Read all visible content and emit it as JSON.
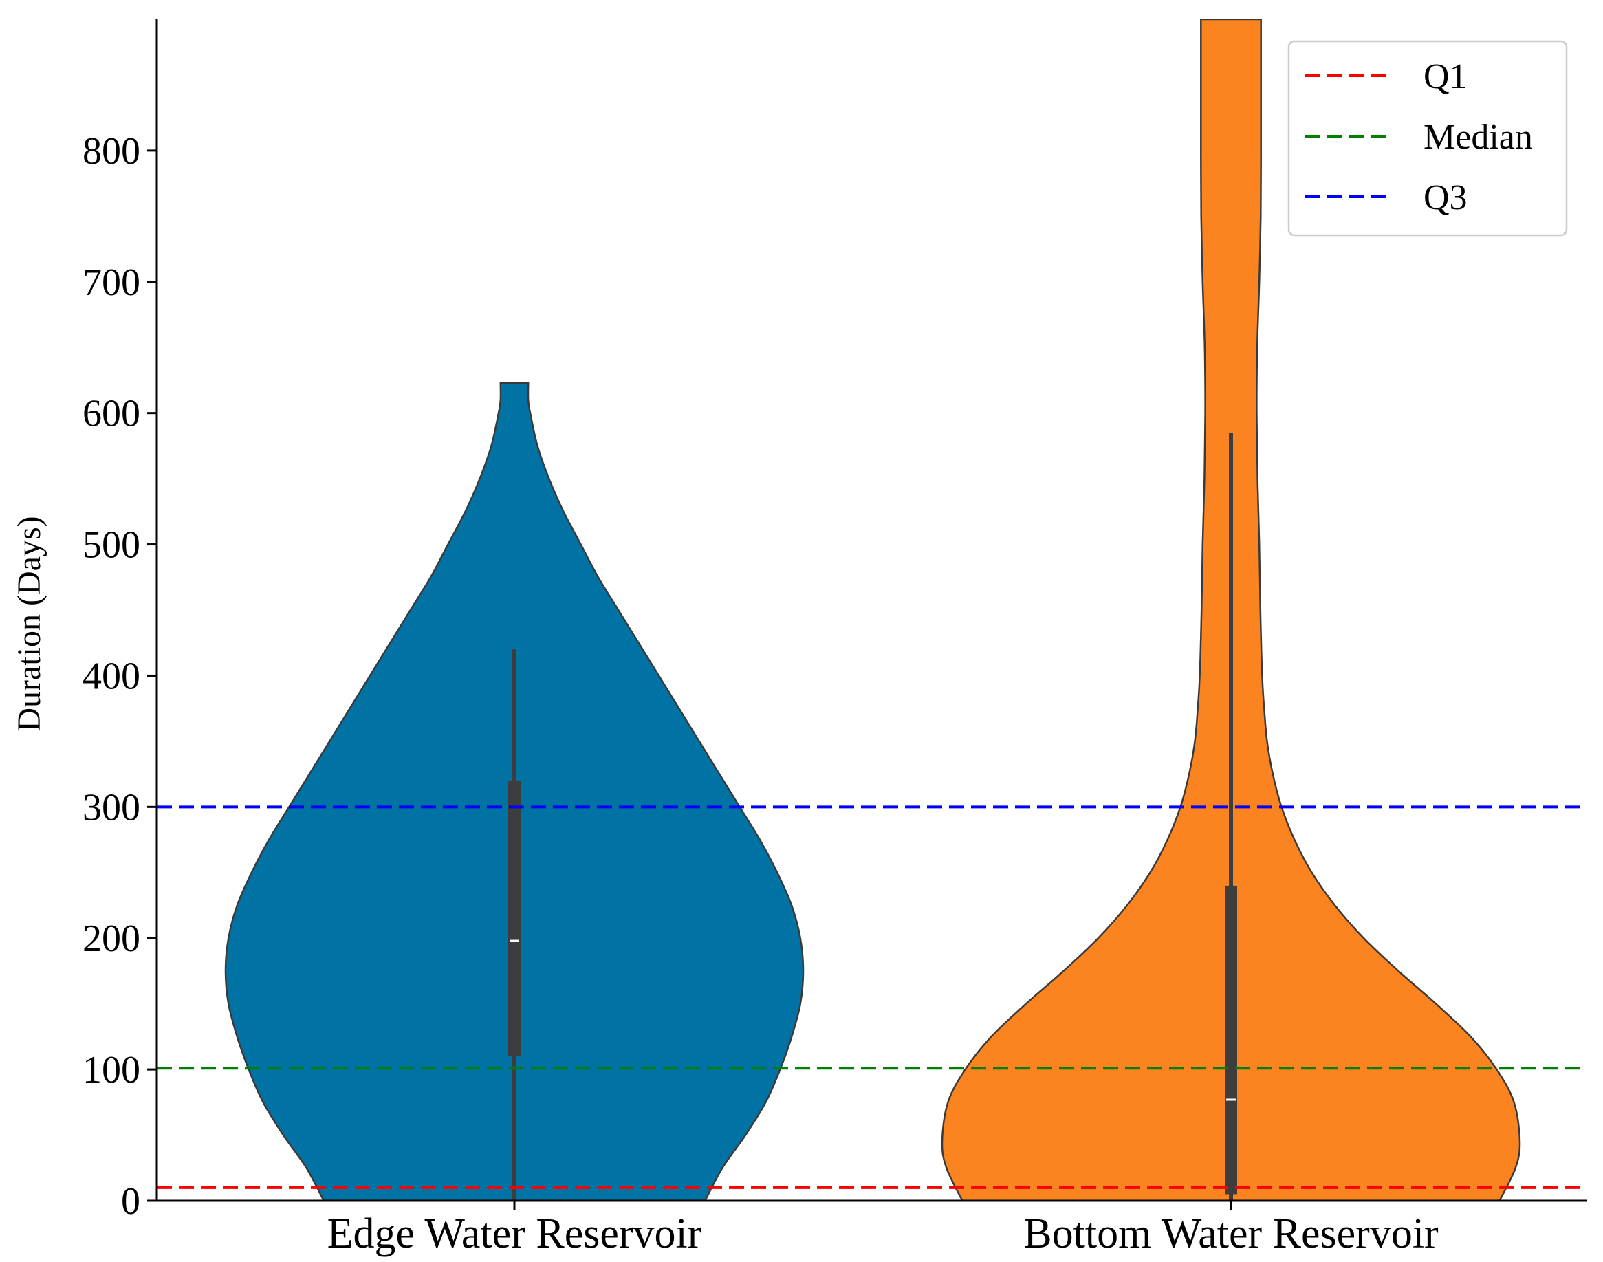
{
  "chart_data": {
    "type": "violin",
    "title": "",
    "xlabel": "",
    "ylabel": "Duration (Days)",
    "ylim": [
      0,
      900
    ],
    "yticks": [
      0,
      100,
      200,
      300,
      400,
      500,
      600,
      700,
      800
    ],
    "grid": false,
    "legend_placement": "top-right",
    "categories": [
      "Edge Water Reservoir",
      "Bottom Water Reservoir"
    ],
    "series": [
      {
        "category": "Edge Water Reservoir",
        "color": "#0072a3",
        "min": 0,
        "max": 623,
        "whisker_low": 0,
        "whisker_high": 420,
        "q1": 110,
        "median": 198,
        "q3": 320,
        "density_profile": [
          [
            0,
            0.66
          ],
          [
            25,
            0.72
          ],
          [
            50,
            0.8
          ],
          [
            75,
            0.87
          ],
          [
            100,
            0.92
          ],
          [
            125,
            0.96
          ],
          [
            150,
            0.99
          ],
          [
            175,
            1.0
          ],
          [
            200,
            0.99
          ],
          [
            225,
            0.96
          ],
          [
            250,
            0.91
          ],
          [
            275,
            0.85
          ],
          [
            300,
            0.78
          ],
          [
            325,
            0.71
          ],
          [
            350,
            0.64
          ],
          [
            375,
            0.57
          ],
          [
            400,
            0.5
          ],
          [
            425,
            0.43
          ],
          [
            450,
            0.36
          ],
          [
            475,
            0.29
          ],
          [
            500,
            0.23
          ],
          [
            525,
            0.17
          ],
          [
            550,
            0.12
          ],
          [
            575,
            0.08
          ],
          [
            600,
            0.055
          ],
          [
            610,
            0.048
          ],
          [
            623,
            0.048
          ]
        ]
      },
      {
        "category": "Bottom Water Reservoir",
        "color": "#fb8320",
        "min": 0,
        "max": 900,
        "whisker_low": 0,
        "whisker_high": 585,
        "q1": 5,
        "median": 77,
        "q3": 240,
        "density_profile": [
          [
            0,
            0.93
          ],
          [
            25,
            0.985
          ],
          [
            45,
            1.0
          ],
          [
            75,
            0.98
          ],
          [
            100,
            0.92
          ],
          [
            125,
            0.83
          ],
          [
            150,
            0.71
          ],
          [
            175,
            0.58
          ],
          [
            200,
            0.46
          ],
          [
            225,
            0.36
          ],
          [
            250,
            0.28
          ],
          [
            275,
            0.22
          ],
          [
            300,
            0.175
          ],
          [
            325,
            0.145
          ],
          [
            350,
            0.125
          ],
          [
            375,
            0.115
          ],
          [
            400,
            0.108
          ],
          [
            450,
            0.102
          ],
          [
            500,
            0.098
          ],
          [
            550,
            0.092
          ],
          [
            600,
            0.089
          ],
          [
            650,
            0.091
          ],
          [
            700,
            0.098
          ],
          [
            750,
            0.103
          ],
          [
            800,
            0.104
          ],
          [
            850,
            0.104
          ],
          [
            900,
            0.104
          ]
        ]
      }
    ],
    "reference_lines": [
      {
        "name": "Q1",
        "value": 10,
        "color": "#ff0000"
      },
      {
        "name": "Median",
        "value": 101,
        "color": "#008000"
      },
      {
        "name": "Q3",
        "value": 300,
        "color": "#0000ff"
      }
    ]
  }
}
